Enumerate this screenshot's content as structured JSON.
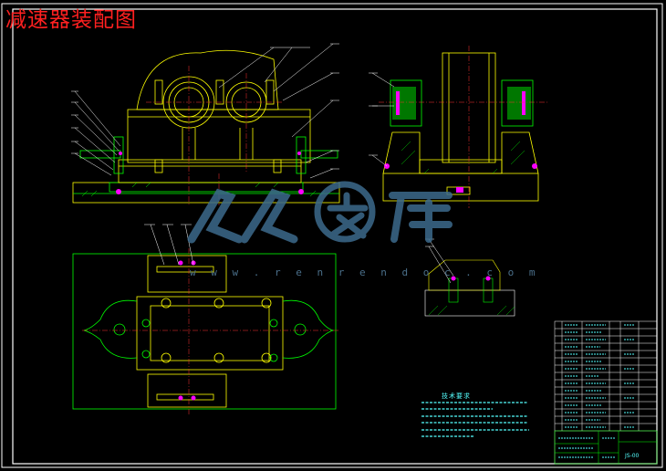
{
  "drawing": {
    "title": "减速器装配图",
    "technical_requirements_title": "技术要求",
    "title_block_code": "JS-00",
    "watermark_url": "w w w . r e n r e n d o c . c o m"
  },
  "colors": {
    "background": "#000000",
    "title": "#ff2020",
    "frame": "#ffffff",
    "outline": "#ffff00",
    "centerline": "#ff3030",
    "dimension": "#00ff00",
    "hatch": "#ff00ff",
    "text": "#55ffff",
    "watermark": "#3d6a8c"
  }
}
